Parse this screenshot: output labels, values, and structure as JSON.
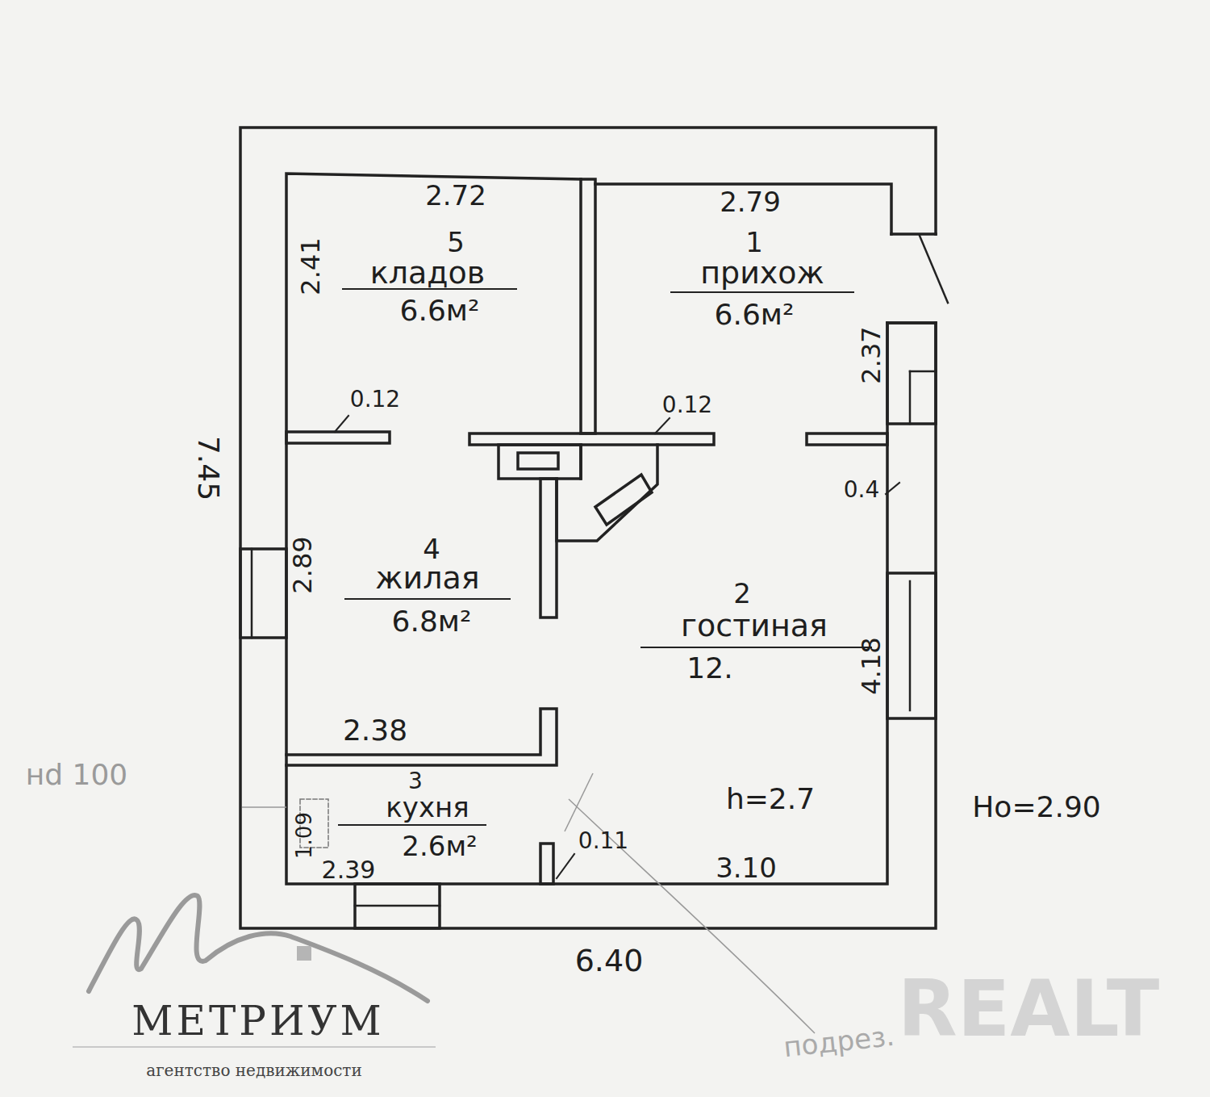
{
  "diagram": {
    "labels": [
      "2.72",
      "5",
      "кладов",
      "6.6м²",
      "2.79",
      "1",
      "прихож",
      "6.6м²",
      "2.41",
      "2.37",
      "0.12",
      "0.12",
      "7.45",
      "2.89",
      "4",
      "жилая",
      "6.8м²",
      "0.4",
      "2",
      "гостиная",
      "12.",
      "4.18",
      "2.38",
      "3",
      "кухня",
      "2.6м²",
      "1.09",
      "2.39",
      "0.11",
      "3.10",
      "h=2.7",
      "Но=2.90",
      "6.40",
      "нd 100",
      "подрез.",
      "МЕТРИУМ",
      "агентство недвижимости",
      "REALT"
    ]
  }
}
